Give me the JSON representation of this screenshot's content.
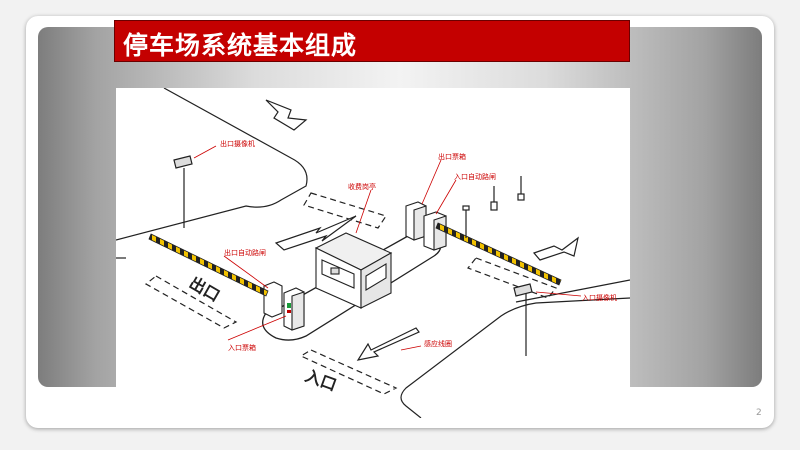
{
  "slide": {
    "title": "停车场系统基本组成",
    "page_number": "2"
  },
  "diagram": {
    "labels": {
      "exit_camera": "出口摄像机",
      "toll_booth": "收费岗亭",
      "exit_box": "出口票箱",
      "entry_barrier_top": "入口自动路闸",
      "exit_barrier": "出口自动路闸",
      "entry_box": "入口票箱",
      "entry_camera": "入口摄像机",
      "loop_detector": "感应线圈"
    },
    "road_marks": {
      "exit": "出口",
      "entry": "入口"
    }
  },
  "colors": {
    "title_bg": "#c40000",
    "title_text": "#ffffff",
    "label_red": "#cc0000",
    "line": "#222222"
  }
}
